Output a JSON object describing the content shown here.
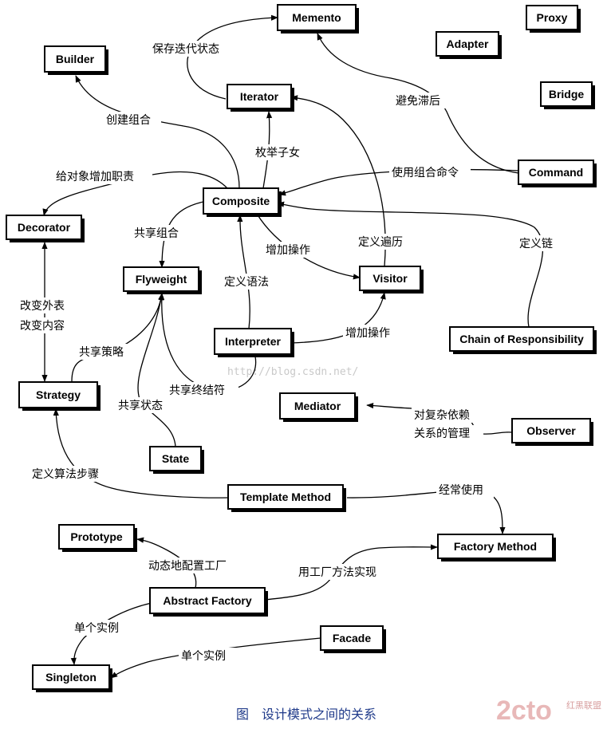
{
  "nodes": {
    "memento": "Memento",
    "proxy": "Proxy",
    "builder": "Builder",
    "adapter": "Adapter",
    "iterator": "Iterator",
    "bridge": "Bridge",
    "command": "Command",
    "composite": "Composite",
    "decorator": "Decorator",
    "flyweight": "Flyweight",
    "visitor": "Visitor",
    "interpreter": "Interpreter",
    "chain": "Chain of Responsibility",
    "strategy": "Strategy",
    "mediator": "Mediator",
    "observer": "Observer",
    "state": "State",
    "template_method": "Template Method",
    "prototype": "Prototype",
    "factory_method": "Factory Method",
    "abstract_factory": "Abstract Factory",
    "facade": "Facade",
    "singleton": "Singleton"
  },
  "edge_labels": {
    "save_iteration_state": "保存迭代状态",
    "avoid_lag": "避免滞后",
    "create_composite": "创建组合",
    "enumerate_children": "枚举子女",
    "use_composite_command": "使用组合命令",
    "add_responsibility": "给对象增加职责",
    "share_composite": "共享组合",
    "add_operation_1": "增加操作",
    "define_traversal": "定义遍历",
    "define_chain": "定义链",
    "define_grammar": "定义语法",
    "change_skin": "改变外表",
    "change_guts": "改变内容",
    "share_strategy": "共享策略",
    "add_operation_2": "增加操作",
    "share_terminal": "共享终结符",
    "share_state": "共享状态",
    "complex_dependency_1": "对复杂依赖",
    "complex_dependency_2": "关系的管理",
    "define_algorithm_steps": "定义算法步骤",
    "often_uses": "经常使用",
    "dynamic_factory_config": "动态地配置工厂",
    "implement_with_factory_method": "用工厂方法实现",
    "single_instance_1": "单个实例",
    "single_instance_2": "单个实例"
  },
  "watermark": "http://blog.csdn.net/",
  "caption": "图　设计模式之间的关系",
  "logo": {
    "main": "2cto",
    "sub": "红黑联盟",
    "color": "#e8b8b8"
  }
}
